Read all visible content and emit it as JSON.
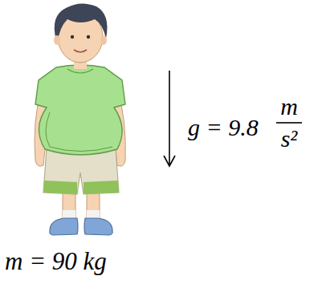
{
  "diagram": {
    "labels": [
      "g = 9.8",
      "m",
      "s²",
      "m = 90 kg"
    ]
  }
}
